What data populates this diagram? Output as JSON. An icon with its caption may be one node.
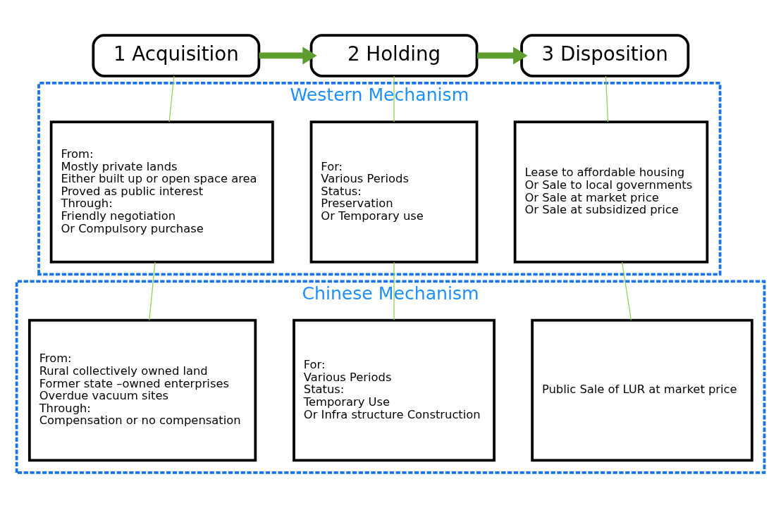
{
  "diagram": {
    "nodes": [
      {
        "text": [
          "1 Acquisition"
        ]
      },
      {
        "text": [
          "2 Holding"
        ]
      },
      {
        "text": [
          "3 Disposition"
        ]
      },
      {
        "text": [
          "Western Mechanism"
        ]
      },
      {
        "text": [
          "From:",
          "Mostly private lands",
          "Either built up or open space area",
          "Proved as public interest",
          "Through:",
          "Friendly negotiation",
          "Or Compulsory purchase"
        ],
        "in": 3
      },
      {
        "text": [
          "For:",
          "Various Periods",
          "Status:",
          "Preservation",
          "Or Temporary use"
        ],
        "in": 3
      },
      {
        "text": [
          "Lease to affordable housing",
          "Or Sale to local governments",
          "Or Sale at market price",
          "Or Sale at subsidized price"
        ],
        "in": 3
      },
      {
        "text": [
          "Chinese Mechanism"
        ]
      },
      {
        "text": [
          "From:",
          "Rural collectively owned land",
          "Former state –owned enterprises",
          "Overdue vacuum sites",
          "Through:",
          "Compensation or no compensation"
        ],
        "in": 7
      },
      {
        "text": [
          "For:",
          "Various Periods",
          "Status:",
          "Temporary Use",
          "Or Infra structure Construction"
        ],
        "in": 7
      },
      {
        "text": [
          "Public Sale of LUR at market price"
        ],
        "in": 7
      }
    ],
    "edges": [
      {
        "from": 0,
        "to": 1,
        "arrow": "to",
        "style": "thick",
        "color": "#5e9c2f"
      },
      {
        "from": 1,
        "to": 2,
        "arrow": "to",
        "style": "thick",
        "color": "#5e9c2f"
      },
      {
        "from": 0,
        "to": 4,
        "arrow": "none"
      },
      {
        "from": 4,
        "to": 8,
        "arrow": "none"
      },
      {
        "from": 1,
        "to": 5,
        "arrow": "none"
      },
      {
        "from": 5,
        "to": 9,
        "arrow": "none"
      },
      {
        "from": 2,
        "to": 6,
        "arrow": "none"
      },
      {
        "from": 6,
        "to": 10,
        "arrow": "none"
      }
    ]
  }
}
